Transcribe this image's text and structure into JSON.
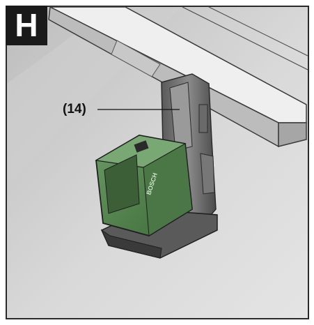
{
  "figure": {
    "badge_letter": "H",
    "callout_label": "(14)",
    "device_brand": "BOSCH"
  },
  "colors": {
    "frame_border": "#2a2a2a",
    "background": "#d6d6d6",
    "device_green": "#4f7f4a",
    "device_dark": "#3a3a3a"
  },
  "icons": [
    "laser-level-illustration",
    "ceiling-grid-rail",
    "wall-clamp-bracket"
  ]
}
